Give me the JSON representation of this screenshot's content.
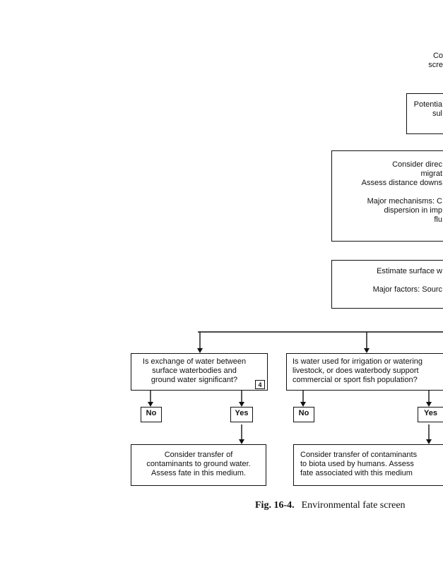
{
  "top_text": {
    "lines": [
      "Co",
      "scre"
    ]
  },
  "box_potential": {
    "lines": [
      "Potentia",
      "sul"
    ]
  },
  "box_consider_direct": {
    "lines": [
      "Consider direc",
      "migrat",
      "Assess distance downs",
      "",
      "Major mechanisms: C",
      "dispersion in imp",
      "flu"
    ]
  },
  "box_estimate": {
    "lines": [
      "Estimate surface w",
      "",
      "Major factors: Sourc"
    ]
  },
  "q_exchange": {
    "lines": [
      "Is exchange of water between",
      "surface waterbodies and",
      "ground water significant?"
    ],
    "ref": "4"
  },
  "q_irrigation": {
    "lines": [
      "Is water used for irrigation or watering",
      "livestock, or does waterbody support",
      "commercial or sport fish population?"
    ]
  },
  "answers": {
    "no": "No",
    "yes": "Yes"
  },
  "out_groundwater": {
    "lines": [
      "Consider transfer of",
      "contaminants to ground water.",
      "Assess fate in this medium."
    ]
  },
  "out_biota": {
    "lines": [
      "Consider transfer of contaminants",
      "to biota used by humans.  Assess",
      "fate associated with this medium"
    ]
  },
  "caption": {
    "figure": "Fig. 16-4.",
    "text": "Environmental fate screen"
  }
}
